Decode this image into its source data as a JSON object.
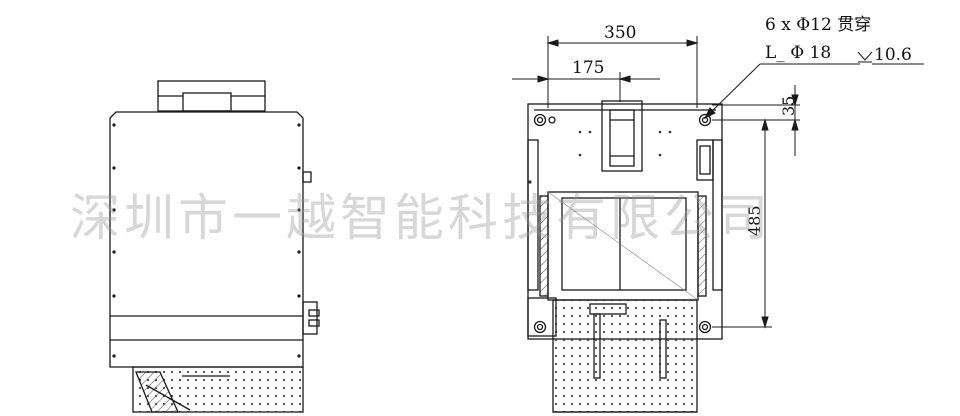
{
  "drawing": {
    "dimensions": {
      "overall_width": "350",
      "half_width": "175",
      "hole_offset": "35",
      "depth": "485"
    },
    "hole_callout": {
      "line1": "6 x Φ12 贯穿",
      "line2_prefix": "L_ Φ 18",
      "line2_depth": "10.6"
    },
    "watermark": "深圳市一越智能科技有限公司"
  },
  "colors": {
    "line": "#1a1a1a",
    "watermark": "#969696",
    "background": "#ffffff"
  }
}
